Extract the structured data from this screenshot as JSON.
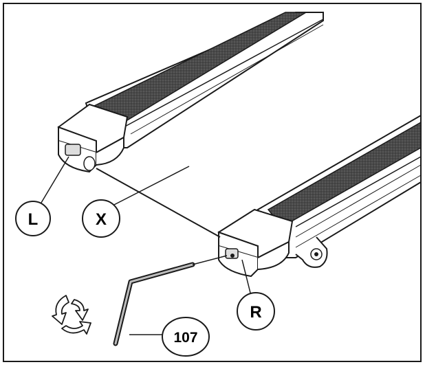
{
  "labels": {
    "left_end_cap": "L",
    "running_belt": "X",
    "right_end_cap": "R",
    "allen_wrench": "107"
  },
  "colors": {
    "line": "#1a1a1a",
    "belt": "#4a4a4a",
    "fill": "#ffffff",
    "cap_shade": "#e8e8e8"
  },
  "icons": {
    "rotate": "rotate-arrows-icon"
  }
}
